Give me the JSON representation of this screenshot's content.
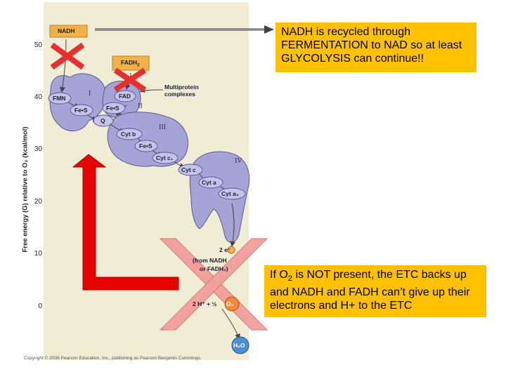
{
  "figure": {
    "y_axis_label": "Free energy (G) relative to O₂ (kcal/mol)",
    "y_ticks": [
      "50",
      "40",
      "30",
      "20",
      "10",
      "0"
    ],
    "labels": {
      "nadh": "NADH",
      "fadh2_base": "FADH",
      "fadh2_sub": "2",
      "multiprotein": "Multiprotein complexes",
      "fmn": "FMN",
      "fes1": "Fe•S",
      "fad": "FAD",
      "fes2": "Fe•S",
      "q": "Q",
      "cytb": "Cyt b",
      "fes3": "Fe•S",
      "cytc1": "Cyt c₁",
      "cytc": "Cyt c",
      "cyta": "Cyt a",
      "cyta3": "Cyt a₃",
      "two_e": "2 e⁻",
      "from_nadh": "(from NADH",
      "or_fadh2": "or FADH₂)",
      "two_h": "2 H⁺ + ½",
      "o2": "O₂",
      "h2o": "H₂O"
    },
    "complex_numerals": [
      "I",
      "II",
      "III",
      "IV"
    ],
    "copyright": "Copyright © 2008 Pearson Education, Inc., publishing as Pearson Benjamin Cummings."
  },
  "callouts": {
    "nadh_text": "NADH is recycled through FERMENTATION to NAD so at least GLYCOLYSIS can continue!!",
    "o2_prefix": "If O",
    "o2_sub": "2",
    "o2_text": " is NOT present, the ETC backs up and NADH and FADH can’t give up their electrons and H+ to the ETC"
  },
  "colors": {
    "panel": "#f1ecd6",
    "complex": "#a6a3d6",
    "carrier": "#c5c3e8",
    "box": "#f0b24a",
    "red_arrow": "#e60000",
    "big_x": "#f29a98",
    "callout_bg": "#ffc000",
    "small_x": "#e63030"
  }
}
